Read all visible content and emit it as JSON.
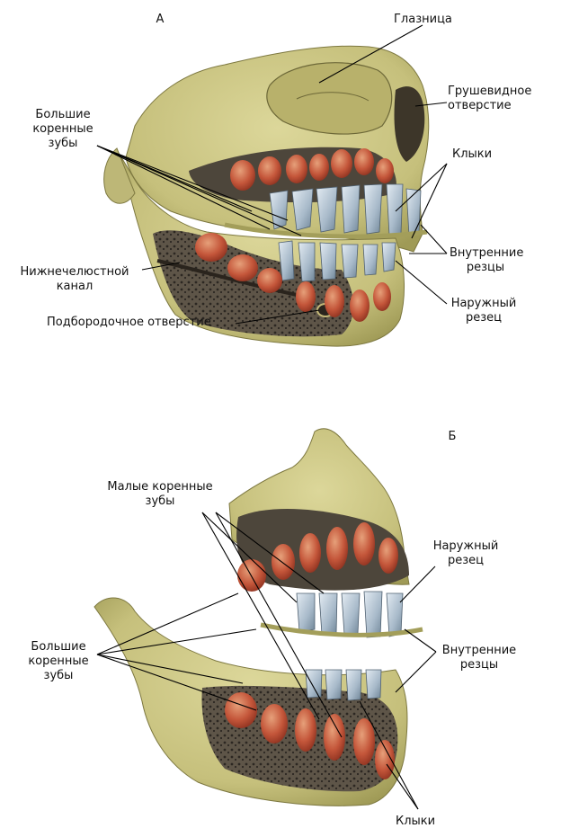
{
  "colors": {
    "bone": "#cfc98a",
    "bone_dark": "#9c9a55",
    "tooth_germ": "#c4563a",
    "tooth_germ_light": "#e0906a",
    "erupted_tooth": "#a7b9c9",
    "cavity": "#3a3530",
    "leader": "#000000"
  },
  "panel_a": {
    "letter": "А",
    "labels": {
      "orbit": "Глазница",
      "piriform_1": "Грушевидное",
      "piriform_2": "отверстие",
      "molars_1": "Большие",
      "molars_2": "коренные",
      "molars_3": "зубы",
      "canines": "Клыки",
      "central_incisors_1": "Внутренние",
      "central_incisors_2": "резцы",
      "mandibular_canal_1": "Нижнечелюстной",
      "mandibular_canal_2": "канал",
      "lateral_incisor_1": "Наружный",
      "lateral_incisor_2": "резец",
      "mental_foramen": "Подбородочное отверстие"
    }
  },
  "panel_b": {
    "letter": "Б",
    "labels": {
      "premolars_1": "Малые коренные",
      "premolars_2": "зубы",
      "lateral_incisor_1": "Наружный",
      "lateral_incisor_2": "резец",
      "molars_1": "Большие",
      "molars_2": "коренные",
      "molars_3": "зубы",
      "central_incisors_1": "Внутренние",
      "central_incisors_2": "резцы",
      "canines": "Клыки"
    }
  }
}
